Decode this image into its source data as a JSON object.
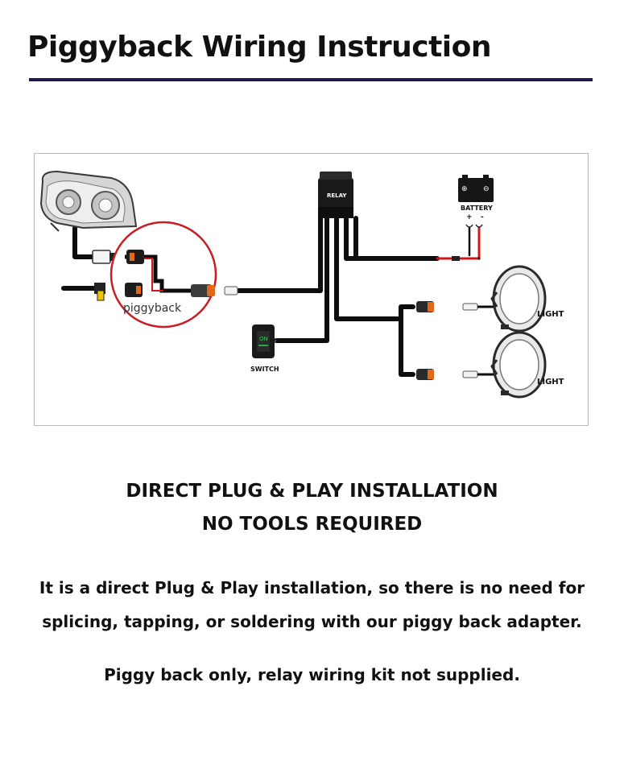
{
  "page": {
    "title": "Piggyback Wiring Instruction"
  },
  "diagram": {
    "labels": {
      "relay": "RELAY",
      "battery": "BATTERY",
      "battery_plus": "+",
      "battery_minus": "-",
      "piggyback": "piggyback",
      "switch": "SWITCH",
      "light_1": "LIGHT",
      "light_2": "LIGHT"
    },
    "colors": {
      "wire": "#0d0d0d",
      "positive_wire": "#d01818",
      "piggyback_circle": "#c91d24",
      "switch_light": "#2ecc55",
      "connector_orange": "#e06a1a"
    },
    "icons": [
      "headlight-icon",
      "relay-icon",
      "battery-icon",
      "switch-icon",
      "light-icon",
      "connector-icon"
    ]
  },
  "headings": {
    "line1": "DIRECT PLUG & PLAY INSTALLATION",
    "line2": "NO TOOLS REQUIRED"
  },
  "description": {
    "line1": "It is a direct Plug & Play installation, so there is no need for",
    "line2": "splicing, tapping, or soldering with our piggy back adapter.",
    "note": "Piggy back only, relay wiring kit not supplied."
  }
}
